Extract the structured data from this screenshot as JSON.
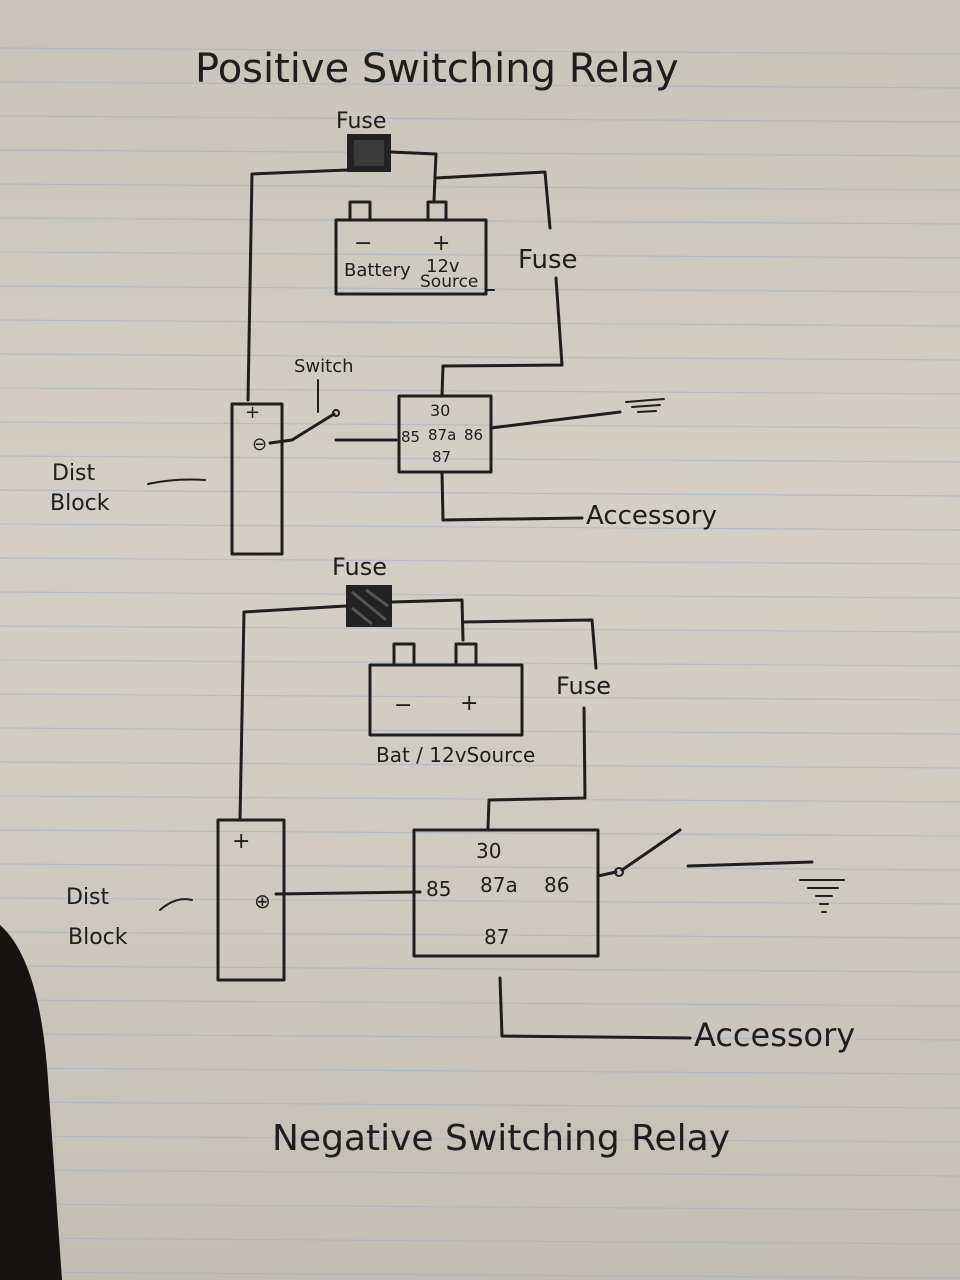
{
  "top": {
    "title": "Positive Switching Relay",
    "fuse_label": "Fuse",
    "fuse2_label": "Fuse",
    "battery_minus": "−",
    "battery_plus": "+",
    "battery_label_1": "Battery",
    "battery_label_2": "12v",
    "battery_label_3": "Source",
    "switch_label": "Switch",
    "dist_plus": "+",
    "dist_minus": "⊖",
    "dist_label_1": "Dist",
    "dist_label_2": "Block",
    "relay_30": "30",
    "relay_85": "85",
    "relay_87a": "87a",
    "relay_86": "86",
    "relay_87": "87",
    "accessory_label": "Accessory"
  },
  "bottom": {
    "title": "Negative Switching Relay",
    "fuse_label": "Fuse",
    "fuse2_label": "Fuse",
    "battery_minus": "−",
    "battery_plus": "+",
    "battery_label": "Bat / 12vSource",
    "dist_plus": "+",
    "dist_minus": "⊕",
    "dist_label_1": "Dist",
    "dist_label_2": "Block",
    "relay_30": "30",
    "relay_85": "85",
    "relay_87a": "87a",
    "relay_86": "86",
    "relay_87": "87",
    "accessory_label": "Accessory"
  }
}
